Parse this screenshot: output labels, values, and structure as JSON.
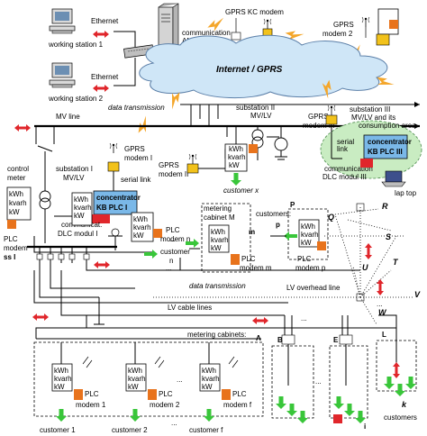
{
  "colors": {
    "cloud": "#cfe6f7",
    "cloud_edge": "#5b7fa8",
    "meter": "#ffffff",
    "modem_orange": "#e8731c",
    "modem_yellow": "#f2c21b",
    "concentrator": "#7ab8e8",
    "concentrator_red": "#e0262b",
    "arrow_red": "#e0262b",
    "arrow_green": "#39c63a",
    "lightning": "#f4a62a",
    "area_green": "#c9ecc2"
  },
  "icons": [
    "workstation-icon",
    "server-icon",
    "antenna-icon",
    "transformer-icon",
    "lightning-icon",
    "laptop-icon",
    "switch-icon"
  ],
  "top": {
    "ws1": "working station 1",
    "ws2": "working station 2",
    "eth1": "Ethernet",
    "eth2": "Ethernet",
    "server1": "communication",
    "server2": "AMR server",
    "kc_modem": "GPRS KC modem",
    "gprs_modem_2a": "GPRS",
    "gprs_modem_2b": "modem 2",
    "cloud": "Internet / GPRS",
    "data_transmission": "data transmission"
  },
  "middle": {
    "mv_line": "MV line",
    "sub2a": "substation II",
    "sub2b": "MV/LV",
    "sub3a": "substation III",
    "sub3b": "MV/LV and its",
    "sub3c": "consumption area",
    "gprs3a": "GPRS",
    "gprs3b": "modem III",
    "serial3a": "serial",
    "serial3b": "link",
    "comm3a": "communication",
    "comm3b": "DLC modul III",
    "conc3a": "concentrator",
    "conc3b": "KB PLC III",
    "laptop": "lap top",
    "gprs1a": "GPRS",
    "gprs1b": "modem I",
    "serial1": "serial link",
    "sub1a": "substation I",
    "sub1b": "MV/LV",
    "gprs2a": "GPRS",
    "gprs2b": "modem II",
    "customer_x": "customer x",
    "control1": "control",
    "control2": "meter",
    "conc1a": "concentrator",
    "conc1b": "KB PLC I",
    "comm1a": "communicat.",
    "comm1b": "DLC modul I",
    "plc_ss1": "PLC",
    "plc_ss2": "modem",
    "plc_ss3": "ss I",
    "kwh": "kWh",
    "kvarh": "kvarh",
    "kw": "kW",
    "plc_n1": "PLC",
    "plc_n2": "modem n",
    "cust_n1": "customer",
    "cust_n2": "n",
    "cab_m1": "metering",
    "cab_m2": "cabinet M",
    "m_label": "m",
    "customers": "customers:",
    "p_label": "p",
    "cab_p": "P",
    "plc_m1": "PLC",
    "plc_m2": "modem m",
    "plc_p1": "PLC",
    "plc_p2": "modem p",
    "data_transmission2": "data transmission",
    "lv_overhead": "LV overhead line",
    "dirs": [
      "Q",
      "R",
      "S",
      "U",
      "T",
      "V",
      "W"
    ]
  },
  "bottom": {
    "lv_cable": "LV cable lines",
    "cabinets": "metering cabinets:",
    "A": "A",
    "B": "B",
    "E": "E",
    "L": "L",
    "plc": "PLC",
    "modem1": "modem 1",
    "modem2": "modem 2",
    "modemf": "modem f",
    "cust1": "customer 1",
    "cust2": "customer 2",
    "custf": "customer f",
    "dots": "...",
    "k": "k",
    "customers_k": "customers",
    "i": "i"
  }
}
